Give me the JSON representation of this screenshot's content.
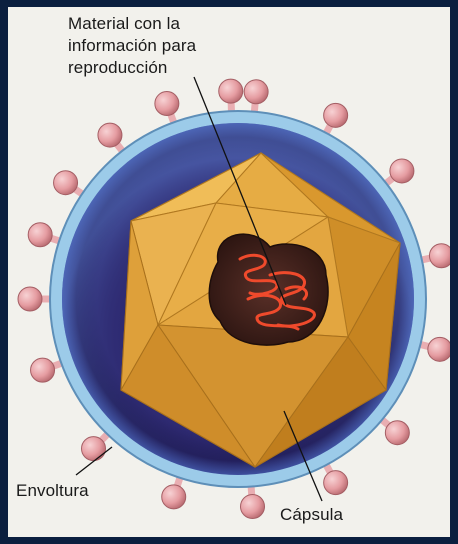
{
  "labels": {
    "material": [
      "Material con la",
      "información para",
      "reproducción"
    ],
    "envoltura": "Envoltura",
    "capsula": "Cápsula"
  },
  "colors": {
    "frame": "#0b1f3f",
    "panel": "#f2f1ec",
    "envelope_outer": "#8ec3e6",
    "envelope_inner": "#25205e",
    "capsid": "#e0a43a",
    "capsid_dark": "#b87a1c",
    "nucleus": "#4a2a24",
    "genetic_material": "#e8452a",
    "spike_head": "#e5a0a4",
    "spike_stem": "#f2b8bb"
  }
}
